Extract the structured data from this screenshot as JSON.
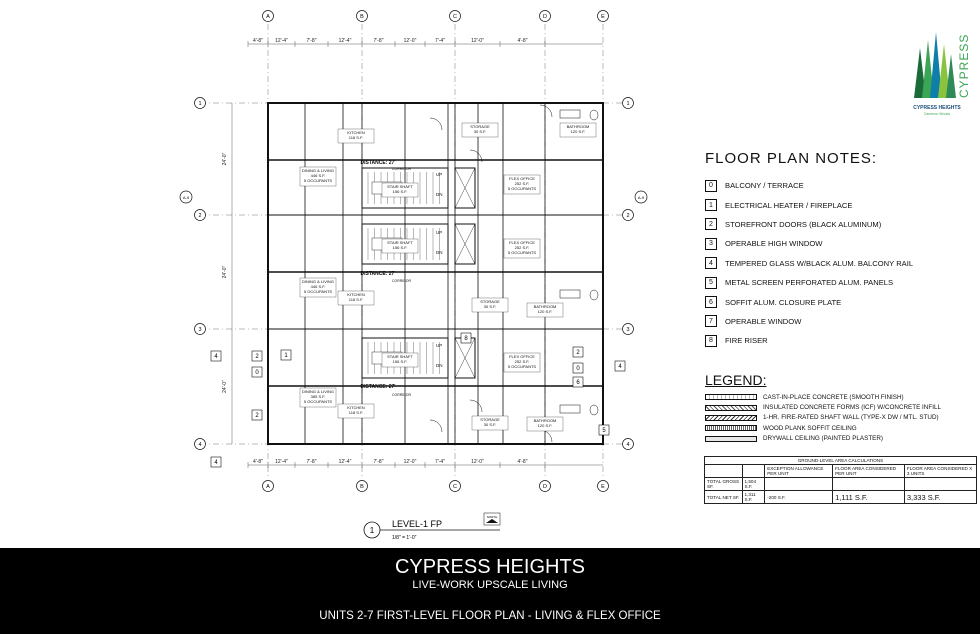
{
  "plan": {
    "grid_columns": [
      "A",
      "B",
      "C",
      "D",
      "E"
    ],
    "grid_rows": [
      "1",
      "2",
      "3",
      "4"
    ],
    "dims_top": [
      "4'-8\"",
      "12'-4\"",
      "7'-8\"",
      "12'-4\"",
      "7'-8\"",
      "12'-0\"",
      "7'-4\"",
      "12'-0\"",
      "4'-8\""
    ],
    "dims_bottom": [
      "4'-8\"",
      "12'-4\"",
      "7'-8\"",
      "12'-4\"",
      "7'-8\"",
      "12'-0\"",
      "7'-4\"",
      "12'-0\"",
      "4'-8\""
    ],
    "dims_left": [
      "24'-0\"",
      "24'-0\"",
      "24'-0\""
    ],
    "section_marker": "A-9",
    "rooms": {
      "kitchen": "KITCHEN",
      "kitchen_area": "118 S.F.",
      "dining": "DINING & LIVING",
      "dining_area": "446 S.F.",
      "occupants": "5 OCCUPANTS",
      "dining2_area": "385 S.F.",
      "stair": "STAIR SHAFT",
      "stair_area": "156 S.F.",
      "flex": "FLEX OFFICE",
      "flex_area": "252 S.F.",
      "storage": "STORAGE",
      "storage_area": "30 S.F.",
      "bathroom": "BATHROOM",
      "bathroom_area": "120 S.F.",
      "laundry": "LAUNDRY",
      "corridor": "CORRIDOR",
      "up": "UP",
      "dn": "DN",
      "distance": "DISTANCE: 27'"
    },
    "title_label": "LEVEL-1 FP",
    "title_number": "1",
    "scale": "1/8\" = 1'-0\"",
    "north": "NORTH"
  },
  "logo": {
    "name": "CYPRESS",
    "sub": "CYPRESS HEIGHTS",
    "tag": "Cameron Woods",
    "colors": [
      "#1b6b3a",
      "#3aa655",
      "#0f7ea8",
      "#8ac43f",
      "#2e8b57"
    ]
  },
  "notes": {
    "title": "FLOOR PLAN NOTES:",
    "items": [
      {
        "num": "0",
        "text": "BALCONY / TERRACE"
      },
      {
        "num": "1",
        "text": "ELECTRICAL HEATER / FIREPLACE"
      },
      {
        "num": "2",
        "text": "STOREFRONT DOORS (BLACK ALUMINUM)"
      },
      {
        "num": "3",
        "text": "OPERABLE HIGH WINDOW"
      },
      {
        "num": "4",
        "text": "TEMPERED GLASS W/BLACK ALUM. BALCONY RAIL"
      },
      {
        "num": "5",
        "text": "METAL SCREEN PERFORATED ALUM. PANELS"
      },
      {
        "num": "6",
        "text": "SOFFIT ALUM. CLOSURE PLATE"
      },
      {
        "num": "7",
        "text": "OPERABLE WINDOW"
      },
      {
        "num": "8",
        "text": "FIRE RISER"
      }
    ]
  },
  "legend": {
    "title": "LEGEND:",
    "items": [
      "CAST-IN-PLACE CONCRETE (SMOOTH FINISH)",
      "INSULATED CONCRETE FORMS (ICF) W/CONCRETE INFILL",
      "1-HR. FIRE-RATED SHAFT WALL (TYPE-X DW / MTL. STUD)",
      "WOOD PLANK SOFFIT CEILING",
      "DRYWALL CEILING (PAINTED PLASTER)"
    ]
  },
  "table": {
    "title": "GROUND-LEVEL AREA CALCULATIONS",
    "headers": [
      "",
      "",
      "EXCEPTION ALLOWANCE PER UNIT",
      "FLOOR AREA CONSIDERED PER UNIT",
      "FLOOR AREA CONSIDERED X 3 UNITS"
    ],
    "rows": [
      [
        "TOTAL GROSS SF.",
        "1,504 S.F.",
        "",
        "",
        ""
      ],
      [
        "TOTAL NET SF.",
        "1,311 S.F.",
        "-200 S.F.",
        "1,111 S.F.",
        "3,333 S.F."
      ]
    ]
  },
  "footer": {
    "title": "CYPRESS HEIGHTS",
    "subtitle": "LIVE-WORK UPSCALE LIVING",
    "caption": "UNITS 2-7 FIRST-LEVEL FLOOR PLAN - LIVING & FLEX OFFICE"
  }
}
